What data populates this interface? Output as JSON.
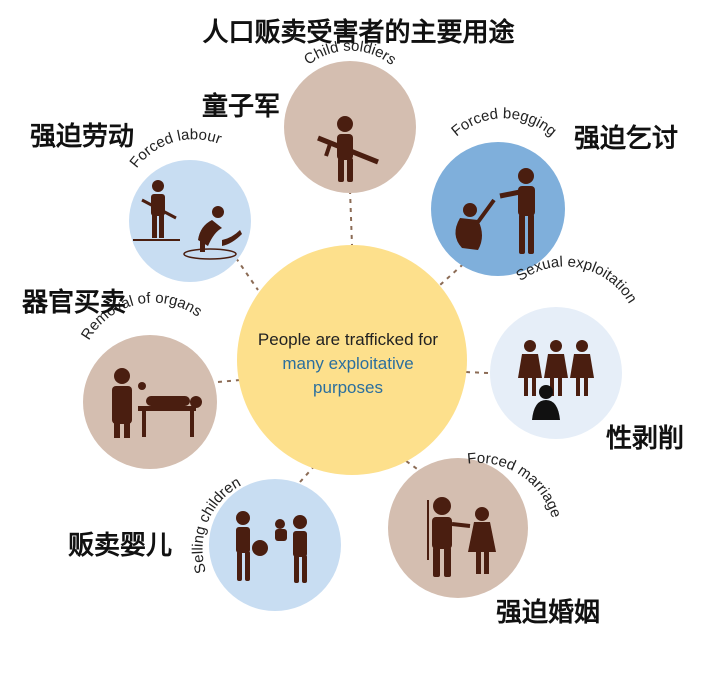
{
  "title": "人口贩卖受害者的主要用途",
  "center": {
    "line1": "People are trafficked for",
    "line2": "many exploitative",
    "line3": "purposes"
  },
  "purposes": [
    {
      "id": "child-soldiers",
      "label_en": "Child soldiers",
      "label_cn": "童子军",
      "color": "#d4beb0"
    },
    {
      "id": "forced-begging",
      "label_en": "Forced begging",
      "label_cn": "强迫乞讨",
      "color": "#7fafdb"
    },
    {
      "id": "sexual-exploitation",
      "label_en": "Sexual exploitation",
      "label_cn": "性剥削",
      "color": "#e6eef8"
    },
    {
      "id": "forced-marriage",
      "label_en": "Forced marriage",
      "label_cn": "强迫婚姻",
      "color": "#d4beb0"
    },
    {
      "id": "selling-children",
      "label_en": "Selling children",
      "label_cn": "贩卖婴儿",
      "color": "#c8ddf2"
    },
    {
      "id": "removal-of-organs",
      "label_en": "Removal of organs",
      "label_cn": "器官买卖",
      "color": "#d4beb0"
    },
    {
      "id": "forced-labour",
      "label_en": "Forced labour",
      "label_cn": "强迫劳动",
      "color": "#c8ddf2"
    }
  ],
  "colors": {
    "center_fill": "#fde08c",
    "figure": "#4a1e10",
    "connector": "#8b6b55",
    "accent_text": "#2b6f9e"
  }
}
